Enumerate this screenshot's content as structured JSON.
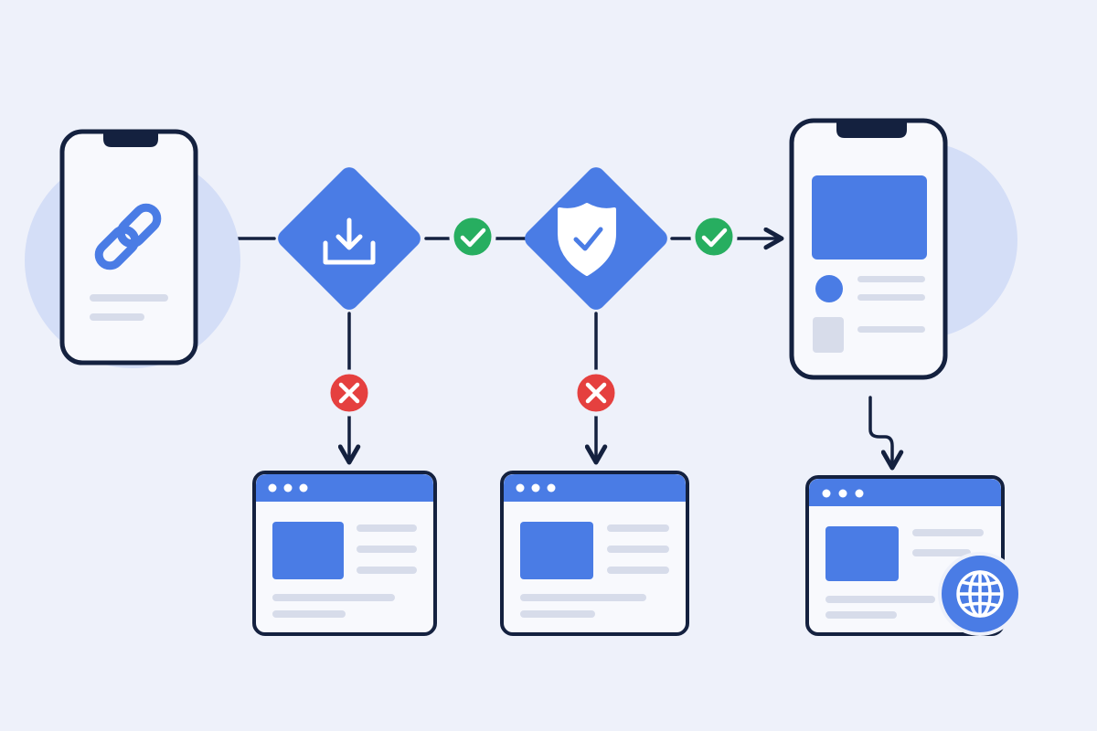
{
  "palette": {
    "background": "#EEF1FA",
    "primary_blue": "#4A7CE5",
    "outline_navy": "#14213F",
    "success_green": "#27AE60",
    "error_red": "#E5403F",
    "placeholder_gray": "#D7DCEA",
    "halo_blue": "#D4DEF7",
    "card_white": "#F8F9FD"
  },
  "diagram": {
    "source": {
      "device": "phone",
      "icon": "link-icon",
      "text_lines": 2
    },
    "decisions": [
      {
        "id": "download-check",
        "icon": "download-icon",
        "on_pass": "check-icon",
        "on_fail": "x-icon"
      },
      {
        "id": "security-check",
        "icon": "shield-check-icon",
        "on_pass": "check-icon",
        "on_fail": "x-icon"
      }
    ],
    "destinations": [
      {
        "id": "fallback-page-1",
        "type": "browser-window"
      },
      {
        "id": "fallback-page-2",
        "type": "browser-window"
      },
      {
        "id": "web-page",
        "type": "browser-window",
        "badge": "globe-icon"
      }
    ],
    "target": {
      "device": "phone",
      "screen": "app-content"
    }
  }
}
